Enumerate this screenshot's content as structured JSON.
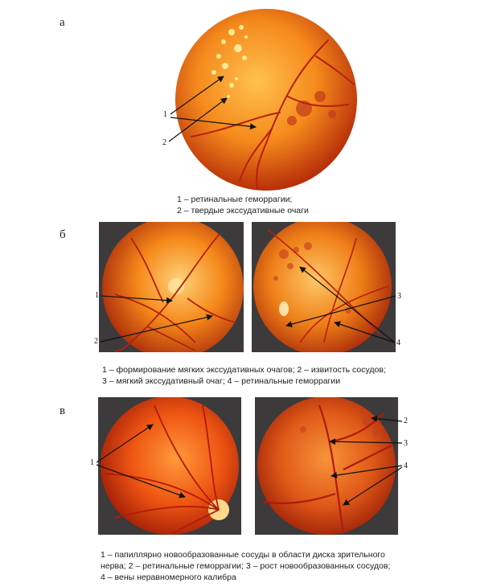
{
  "panels": {
    "a": {
      "letter": "а",
      "caption": [
        "1 – ретинальные геморрагии;",
        "2 – твердые экссудативные очаги"
      ],
      "callouts": [
        "1",
        "2"
      ]
    },
    "b": {
      "letter": "б",
      "caption": [
        "1 – формирование мягких экссудативных очагов; 2 – извитость сосудов;",
        "3 – мягкий экссудативный очаг; 4 – ретинальные геморрагии"
      ],
      "callouts": [
        "1",
        "2",
        "3",
        "4"
      ]
    },
    "c": {
      "letter": "в",
      "caption": [
        "1 – папиллярно новообразованные сосуды в области диска зрительного",
        "нерва; 2 – ретинальные геморрагии; 3 – рост новообразованных сосудов;",
        "4 – вены неравномерного калибра"
      ],
      "callouts": [
        "1",
        "2",
        "3",
        "4"
      ]
    }
  },
  "colors": {
    "fundus_center": "#ffb347",
    "fundus_mid": "#f07a18",
    "fundus_edge": "#b8300a",
    "vessel": "#b5200e",
    "frame": "#3d3a3b"
  }
}
